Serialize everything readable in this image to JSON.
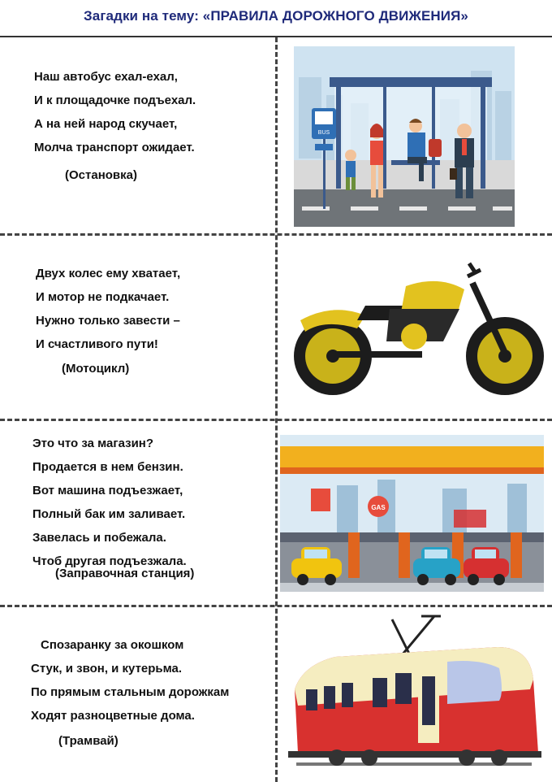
{
  "title": "Загадки на тему: «ПРАВИЛА ДОРОЖНОГО ДВИЖЕНИЯ»",
  "riddles": [
    {
      "lines": [
        "Наш автобус ехал-ехал,",
        "И к площадочке подъехал.",
        "А на ней народ скучает,",
        "Молча транспорт ожидает."
      ],
      "answer": "(Остановка)",
      "picture": "bus-stop-illustration",
      "sign_text": "BUS"
    },
    {
      "lines": [
        "Двух колес ему хватает,",
        "И мотор не подкачает.",
        "Нужно только завести –",
        "И счастливого пути!"
      ],
      "answer": "(Мотоцикл)",
      "picture": "motorcycle-illustration"
    },
    {
      "lines": [
        "Это что за магазин?",
        "Продается в нем бензин.",
        "Вот машина подъезжает,",
        "Полный бак им заливает.",
        "Завелась и побежала.",
        "Чтоб другая подъезжала."
      ],
      "answer": "(Заправочная станция)",
      "picture": "gas-station-illustration",
      "sign_text": "GAS"
    },
    {
      "lines": [
        "Спозаранку за окошком",
        "Стук, и звон, и кутерьма.",
        "По прямым стальным дорожкам",
        "Ходят разноцветные дома."
      ],
      "answer": "(Трамвай)",
      "picture": "tram-illustration"
    }
  ],
  "colors": {
    "title": "#1f2a7a",
    "text": "#111111",
    "divider": "#444444"
  }
}
